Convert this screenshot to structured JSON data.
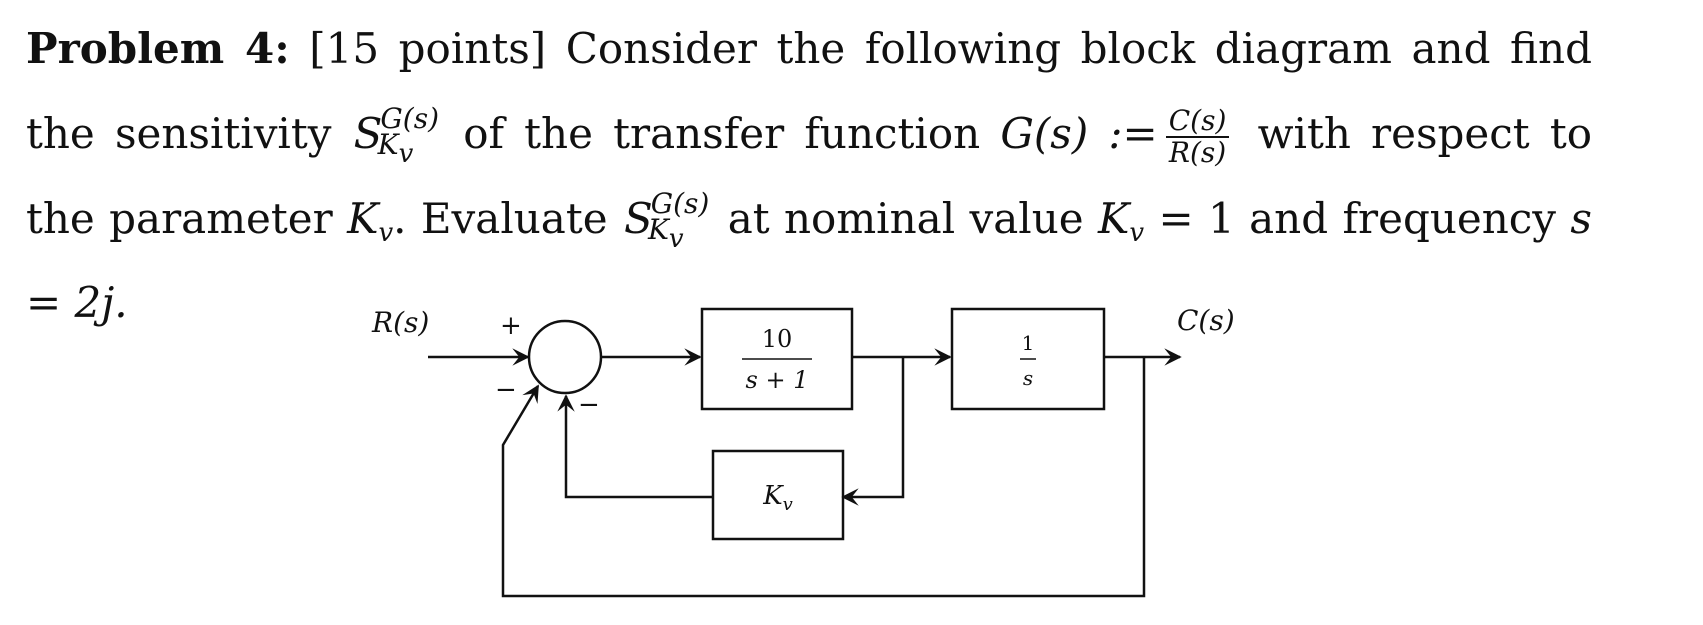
{
  "problem": {
    "label": "Problem 4:",
    "points": "[15 points]",
    "t1": "Consider the following block diagram and find the sensitivity",
    "sym_main": "S",
    "sym_sup": "G(s)",
    "sym_sub": "K",
    "sym_sub_v": "v",
    "t2": "of the transfer function",
    "g_def": "G(s) :=",
    "frac_num": "C(s)",
    "frac_den": "R(s)",
    "t3": "with respect to the parameter",
    "kv_main": "K",
    "kv_sub": "v",
    "t4": ". Evaluate",
    "t5": "at nominal value",
    "t6": "= 1 and frequency",
    "freq": "s = 2j."
  },
  "diagram": {
    "input_label": "R(s)",
    "output_label": "C(s)",
    "plus_sign": "+",
    "minus_left": "−",
    "minus_inner": "−",
    "block1_num": "10",
    "block1_den": "s + 1",
    "block2_num": "1",
    "block2_den": "s",
    "feedback_main": "K",
    "feedback_sub": "v"
  }
}
